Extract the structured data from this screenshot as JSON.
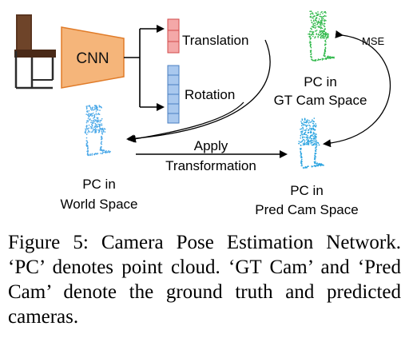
{
  "diagram": {
    "cnn_label": "CNN",
    "translation_label": "Translation",
    "rotation_label": "Rotation",
    "mse_label": "MSE",
    "pc_gt_line1": "PC in",
    "pc_gt_line2": "GT Cam Space",
    "pc_world_line1": "PC in",
    "pc_world_line2": "World Space",
    "pc_pred_line1": "PC in",
    "pc_pred_line2": "Pred Cam Space",
    "apply_line1": "Apply",
    "apply_line2": "Transformation",
    "colors": {
      "cnn_fill": "#f5b57a",
      "cnn_stroke": "#e07b28",
      "translation_fill": "#f4a8a8",
      "translation_stroke": "#d24b4b",
      "rotation_fill": "#a9c8ee",
      "rotation_stroke": "#4a7fc1",
      "gt_points": "#2fb84a",
      "pred_points": "#2aa3e0",
      "world_points": "#4aa8e8",
      "chair_wood": "#5a3520"
    }
  },
  "caption": {
    "text": "Figure 5: Camera Pose Estimation Network. ‘PC’ denotes point cloud. ‘GT Cam’ and ‘Pred Cam’ denote the ground truth and predicted cameras."
  }
}
